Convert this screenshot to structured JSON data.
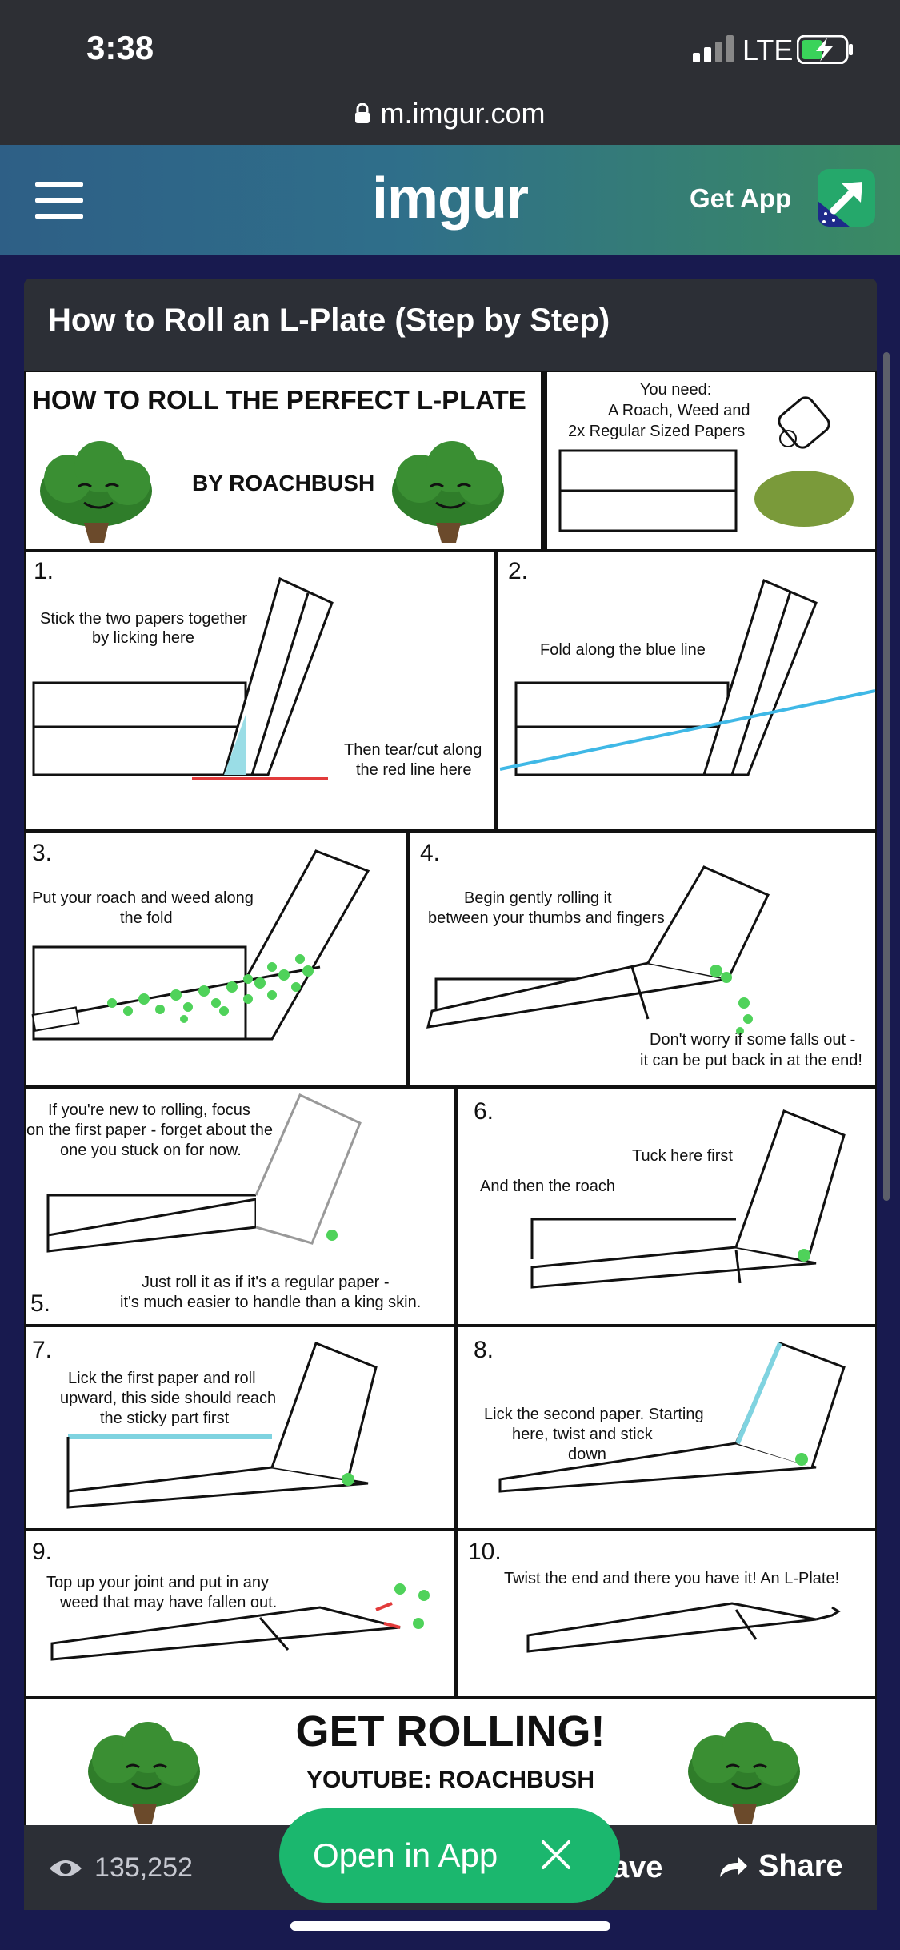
{
  "status_bar": {
    "time": "3:38",
    "network": "LTE"
  },
  "url_bar": {
    "url": "m.imgur.com"
  },
  "header": {
    "logo": "imgur",
    "get_app": "Get App"
  },
  "post": {
    "title": "How to Roll an L-Plate (Step by Step)",
    "views": "135,252",
    "save_label": "ave",
    "share_label": "Share",
    "open_in_app": "Open in App"
  },
  "comic": {
    "heading": "HOW TO ROLL THE PERFECT L-PLATE",
    "byline": "BY ROACHBUSH",
    "you_need_1": "You need:",
    "you_need_2": "A Roach, Weed and",
    "you_need_3": "2x Regular Sized Papers",
    "s1_num": "1.",
    "s1_t1": "Stick the two papers together",
    "s1_t2": "by licking here",
    "s1_t3": "Then tear/cut along",
    "s1_t4": "the red line here",
    "s2_num": "2.",
    "s2_t1": "Fold along the blue line",
    "s3_num": "3.",
    "s3_t1": "Put your roach and weed along",
    "s3_t2": "the fold",
    "s4_num": "4.",
    "s4_t1": "Begin gently rolling it",
    "s4_t2": "between your thumbs and fingers",
    "s4_t3": "Don't worry if some falls out -",
    "s4_t4": "it can be put back in at the end!",
    "s5_num": "5.",
    "s5_t1": "If you're new to rolling, focus",
    "s5_t2": "on the first paper - forget about the",
    "s5_t3": "one you stuck on for now.",
    "s5_t4": "Just roll it as if it's a regular paper -",
    "s5_t5": "it's much easier to handle than a king skin.",
    "s6_num": "6.",
    "s6_t1": "Tuck here first",
    "s6_t2": "And then the roach",
    "s7_num": "7.",
    "s7_t1": "Lick the first paper and roll",
    "s7_t2": "upward, this side should reach",
    "s7_t3": "the sticky part first",
    "s8_num": "8.",
    "s8_t1": "Lick the second paper. Starting",
    "s8_t2": "here, twist and stick",
    "s8_t3": "down",
    "s9_num": "9.",
    "s9_t1": "Top up your joint and put in any",
    "s9_t2": "weed that may have fallen out.",
    "s10_num": "10.",
    "s10_t1": "Twist the end and there you have it! An L-Plate!",
    "footer_1": "GET ROLLING!",
    "footer_2": "YOUTUBE: ROACHBUSH"
  },
  "colors": {
    "accent_green": "#1bb76e",
    "red_line": "#e23b3b",
    "blue_line": "#3fb8e6",
    "weed_green": "#4fd25a"
  }
}
